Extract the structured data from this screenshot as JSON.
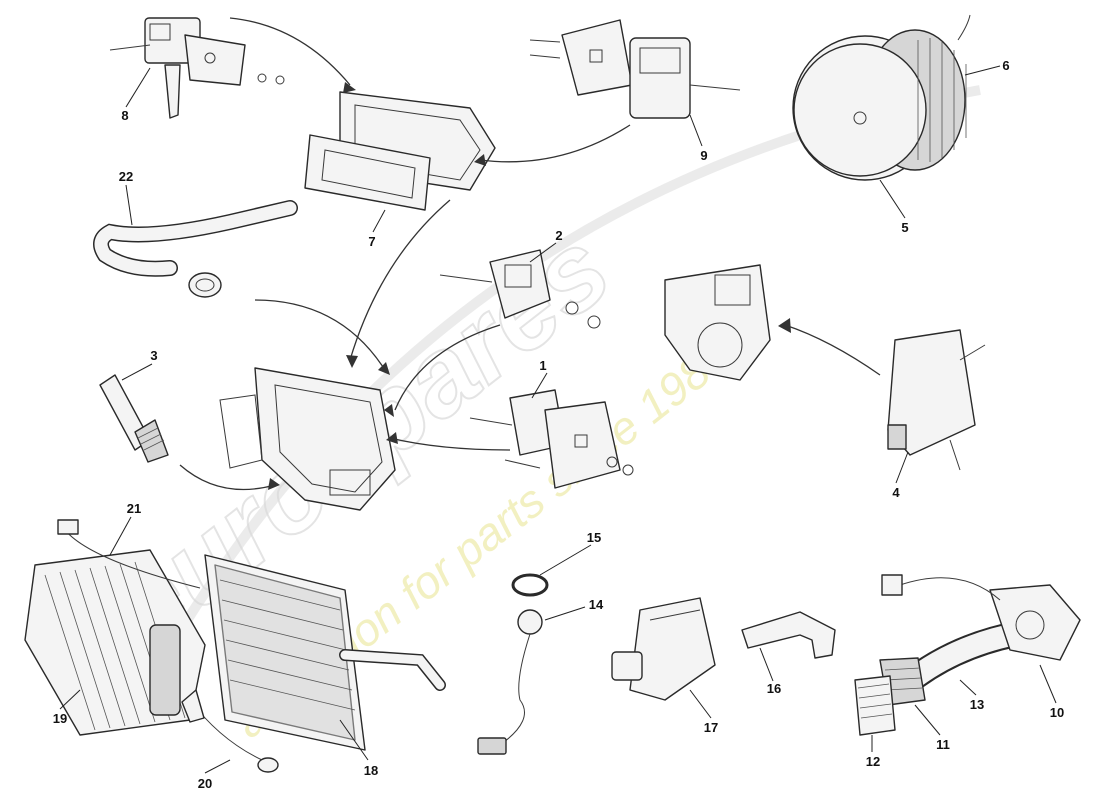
{
  "watermark": {
    "logo_text": "eurospares",
    "tagline": "a passion for parts since 1985"
  },
  "callouts": [
    {
      "id": "1",
      "label": "1"
    },
    {
      "id": "2",
      "label": "2"
    },
    {
      "id": "3",
      "label": "3"
    },
    {
      "id": "4",
      "label": "4"
    },
    {
      "id": "5",
      "label": "5"
    },
    {
      "id": "6",
      "label": "6"
    },
    {
      "id": "7",
      "label": "7"
    },
    {
      "id": "8",
      "label": "8"
    },
    {
      "id": "9",
      "label": "9"
    },
    {
      "id": "10",
      "label": "10"
    },
    {
      "id": "11",
      "label": "11"
    },
    {
      "id": "12",
      "label": "12"
    },
    {
      "id": "13",
      "label": "13"
    },
    {
      "id": "14",
      "label": "14"
    },
    {
      "id": "15",
      "label": "15"
    },
    {
      "id": "16",
      "label": "16"
    },
    {
      "id": "17",
      "label": "17"
    },
    {
      "id": "18",
      "label": "18"
    },
    {
      "id": "19",
      "label": "19"
    },
    {
      "id": "20",
      "label": "20"
    },
    {
      "id": "21",
      "label": "21"
    },
    {
      "id": "22",
      "label": "22"
    }
  ]
}
